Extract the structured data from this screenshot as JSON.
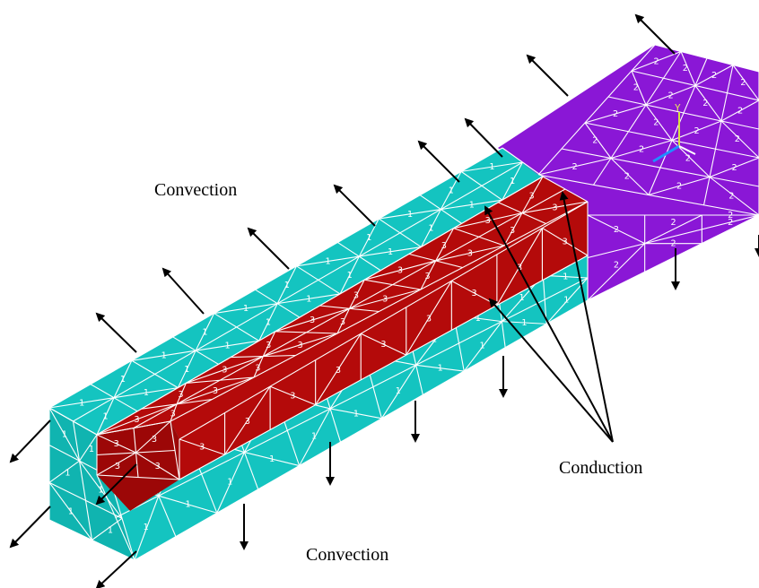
{
  "labels": {
    "convection_top": "Convection",
    "convection_bottom": "Convection",
    "conduction": "Conduction"
  },
  "materials": {
    "outer_bar": "1",
    "plate": "2",
    "inner_bar": "3"
  },
  "triad": {
    "y_axis": "Y"
  },
  "colors": {
    "outer_bar": "#14c4c0",
    "outer_bar_shade": "#10b4b0",
    "plate": "#8a17d6",
    "inner_bar": "#b40a0a",
    "inner_bar_shade": "#9c0707",
    "mesh": "#ffffff",
    "arrow": "#000000"
  }
}
